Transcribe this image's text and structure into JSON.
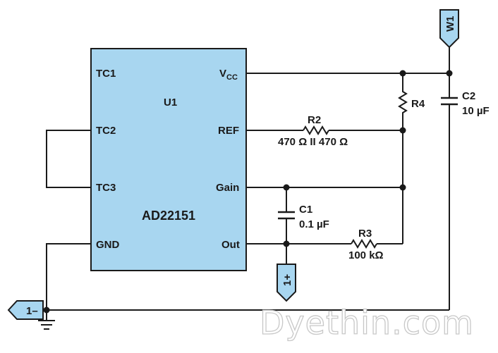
{
  "chip": {
    "name": "AD22151",
    "ref": "U1",
    "fill": "#a8d6f0",
    "pins_left": [
      "TC1",
      "TC2",
      "TC3",
      "GND"
    ],
    "pins_right": {
      "vcc_main": "V",
      "vcc_sub": "CC",
      "ref": "REF",
      "gain": "Gain",
      "out": "Out"
    }
  },
  "components": {
    "r2": {
      "name": "R2",
      "value": "470 Ω II 470 Ω"
    },
    "r3": {
      "name": "R3",
      "value": "100 kΩ"
    },
    "r4": {
      "name": "R4"
    },
    "c1": {
      "name": "C1",
      "value": "0.1 µF"
    },
    "c2": {
      "name": "C2",
      "value": "10 µF"
    }
  },
  "ports": {
    "w1": "W1",
    "out_plus": "1+",
    "gnd_minus": "1–"
  },
  "watermark": "Dyethin.com"
}
